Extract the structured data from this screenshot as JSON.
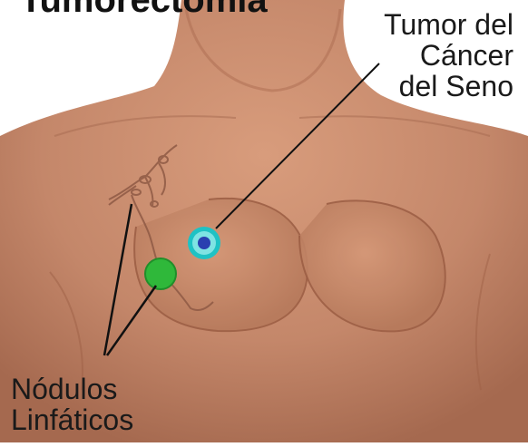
{
  "title": "Tumorectomía",
  "labels": {
    "tumor": [
      "Tumor del",
      "Cáncer",
      "del Seno"
    ],
    "nodes": [
      "Nódulos",
      "Linfáticos"
    ]
  },
  "colors": {
    "skin": "#c88a6a",
    "skin_shadow": "#9e6248",
    "lymph_node": "#2fb83a",
    "tumor_ring": "#22c3c3",
    "tumor_core": "#2a3fb0",
    "leader_line": "#111111"
  }
}
